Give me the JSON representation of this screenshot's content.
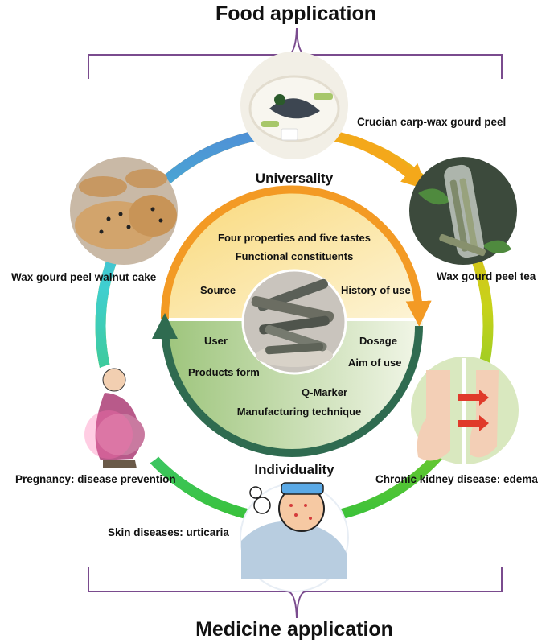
{
  "titles": {
    "top": "Food application",
    "bottom": "Medicine application"
  },
  "ring_labels": {
    "upper": "Universality",
    "lower": "Individuality"
  },
  "food_examples": [
    "Crucian carp-wax gourd peel",
    "Wax gourd peel tea",
    "Wax gourd peel walnut cake"
  ],
  "medicine_examples": [
    "Chronic kidney disease: edema",
    "Skin diseases: urticaria",
    "Pregnancy: disease prevention"
  ],
  "universality_factors": [
    "Four properties and five tastes",
    "Functional constituents",
    "Source",
    "History of use"
  ],
  "individuality_factors": [
    "User",
    "Dosage",
    "Aim of use",
    "Products form",
    "Q-Marker",
    "Manufacturing technique"
  ],
  "colors": {
    "bracket": "#7a4b8e",
    "outer_blue": "#4f90d6",
    "outer_orange": "#f4a81a",
    "outer_lime": "#a8d41c",
    "outer_green": "#3ac23a",
    "outer_cyan": "#3fcfd0",
    "inner_orange": "#f39a24",
    "inner_dark_green": "#2f6b50",
    "upper_fill": "#fbe9a8",
    "lower_fill": "#bcd79a"
  }
}
